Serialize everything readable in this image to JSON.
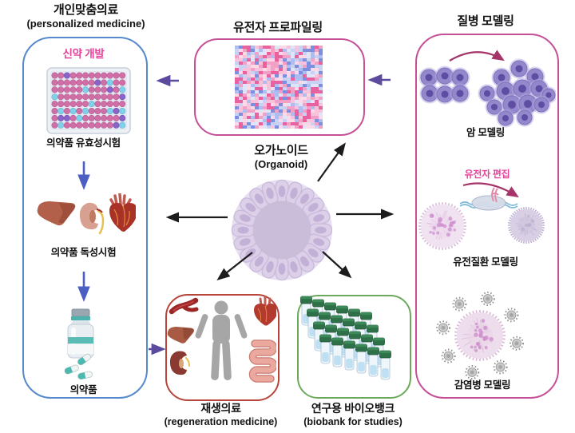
{
  "organoid": {
    "title": "오가노이드",
    "subtitle": "(Organoid)"
  },
  "personalized": {
    "title": "개인맞춤의료",
    "subtitle": "(personalized medicine)",
    "drug_dev": "신약 개발",
    "efficacy": "의약품 유효성시험",
    "toxicity": "의약품 독성시험",
    "medicine": "의약품"
  },
  "profiling": {
    "title": "유전자 프로파일링"
  },
  "disease": {
    "title": "질병 모델링",
    "cancer": "암 모델링",
    "gene_edit": "유전자 편집",
    "genetic": "유전질환 모델링",
    "infection": "감염병 모델링"
  },
  "regeneration": {
    "title": "재생의료",
    "subtitle": "(regeneration medicine)"
  },
  "biobank": {
    "title": "연구용 바이오뱅크",
    "subtitle": "(biobank for studies)"
  },
  "colors": {
    "blue_box": "#5588cc",
    "pink_box": "#c65097",
    "red_box": "#b8453c",
    "green_box": "#6ca95c",
    "accent_pink": "#e6449b",
    "purple_arrow": "#5b4a9e",
    "black_arrow": "#1c1c1c",
    "blue_arrow": "#4a5fc1",
    "curve_arrow": "#a53568",
    "organoid_inner": "#cabdda",
    "organoid_cell": "#dcd0e9",
    "well_pink": "#cf6fa6",
    "well_cyan": "#82d0e8",
    "well_purple": "#8b64c8",
    "cluster_cell": "#9488cc",
    "cluster_nucleus": "#5e4da2",
    "virus_gray": "#9a9a9a",
    "tube_cap": "#2e7047",
    "tube_body": "#eef6fb",
    "teal": "#4db3ac"
  }
}
